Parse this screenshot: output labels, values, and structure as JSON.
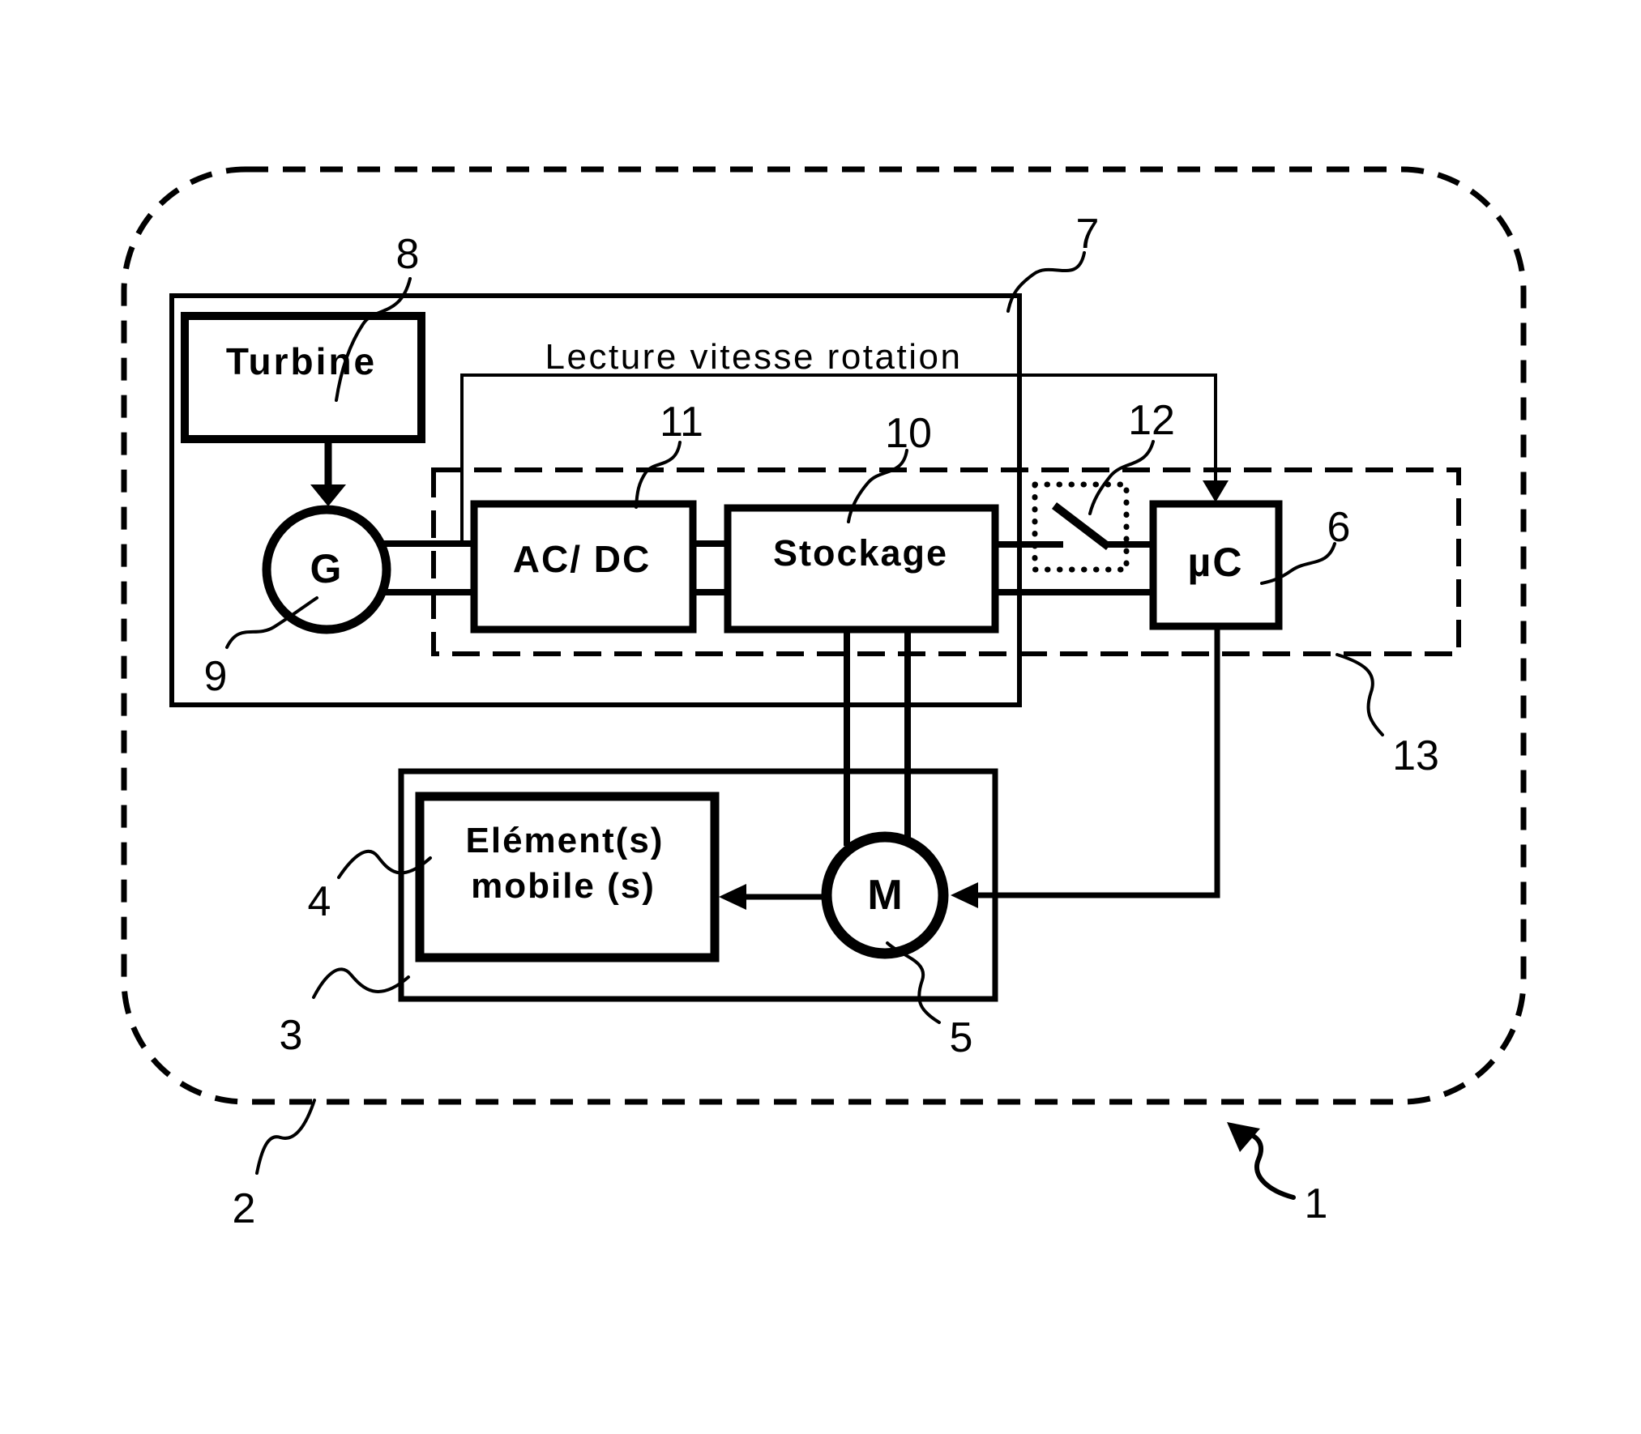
{
  "figure": {
    "type": "patent-block-diagram",
    "colors": {
      "ink": "#000000",
      "paper": "#ffffff"
    },
    "blocks": {
      "turbine": "Turbine",
      "generator": "G",
      "acdc": "AC/ DC",
      "storage": "Stockage",
      "micro": "µC",
      "motor": "M",
      "elements_line1": "Elément(s)",
      "elements_line2": "mobile (s)"
    },
    "annotations": {
      "speed_reading": "Lecture vitesse rotation"
    },
    "refs": {
      "r1": "1",
      "r2": "2",
      "r3": "3",
      "r4": "4",
      "r5": "5",
      "r6": "6",
      "r7": "7",
      "r8": "8",
      "r9": "9",
      "r10": "10",
      "r11": "11",
      "r12": "12",
      "r13": "13"
    }
  }
}
